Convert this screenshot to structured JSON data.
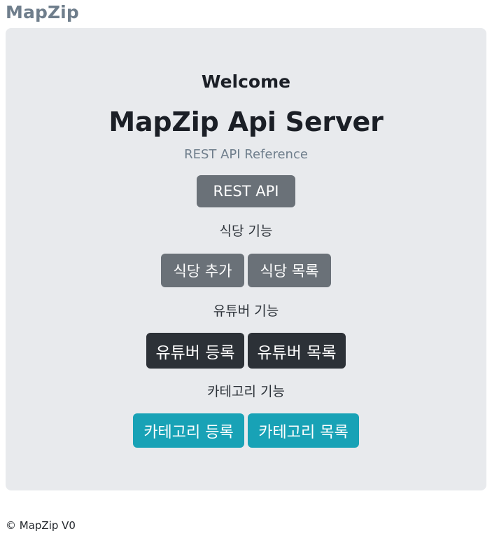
{
  "brand": {
    "title": "MapZip",
    "color": "#6f7e8c"
  },
  "hero": {
    "welcome": "Welcome",
    "app_title": "MapZip Api Server",
    "subtitle": "REST API Reference",
    "background": "#e8eaed"
  },
  "sections": [
    {
      "id": "rest",
      "label": null,
      "buttons": [
        {
          "name": "rest-api-button",
          "label": "REST API",
          "style": "secondary",
          "color": "#6a7178"
        }
      ]
    },
    {
      "id": "restaurant",
      "label": "식당 기능",
      "buttons": [
        {
          "name": "add-restaurant-button",
          "label": "식당 추가",
          "style": "secondary",
          "color": "#6a7178"
        },
        {
          "name": "restaurant-list-button",
          "label": "식당 목록",
          "style": "secondary",
          "color": "#6a7178"
        }
      ]
    },
    {
      "id": "youtuber",
      "label": "유튜버 기능",
      "buttons": [
        {
          "name": "register-youtuber-button",
          "label": "유튜버 등록",
          "style": "dark",
          "color": "#2c3137"
        },
        {
          "name": "youtuber-list-button",
          "label": "유튜버 목록",
          "style": "dark",
          "color": "#2c3137"
        }
      ]
    },
    {
      "id": "category",
      "label": "카테고리 기능",
      "buttons": [
        {
          "name": "register-category-button",
          "label": "카테고리 등록",
          "style": "info",
          "color": "#18a2b6"
        },
        {
          "name": "category-list-button",
          "label": "카테고리 목록",
          "style": "info",
          "color": "#18a2b6"
        }
      ]
    }
  ],
  "footer": {
    "text": "© MapZip V0"
  }
}
